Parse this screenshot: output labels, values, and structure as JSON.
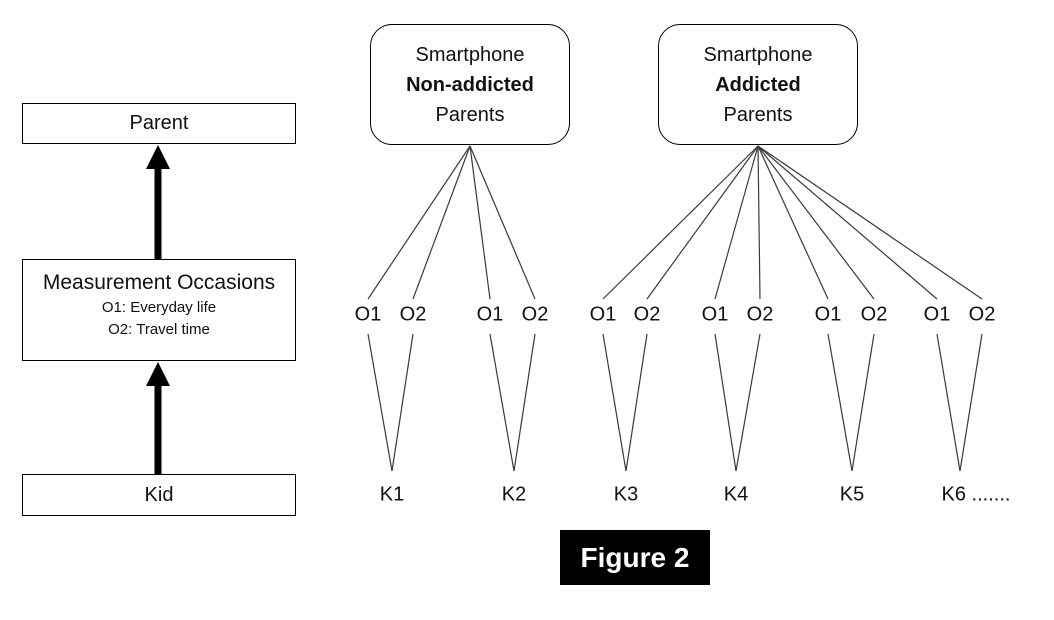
{
  "left_panel": {
    "parent_label": "Parent",
    "measurement": {
      "title": "Measurement Occasions",
      "occasion1": "O1: Everyday life",
      "occasion2": "O2: Travel time"
    },
    "kid_label": "Kid"
  },
  "groups": {
    "non_addicted": {
      "line1": "Smartphone",
      "line2": "Non-addicted",
      "line3": "Parents"
    },
    "addicted": {
      "line1": "Smartphone",
      "line2": "Addicted",
      "line3": "Parents"
    }
  },
  "diagram": {
    "o_labels": [
      "O1",
      "O2",
      "O1",
      "O2",
      "O1",
      "O2",
      "O1",
      "O2",
      "O1",
      "O2",
      "O1",
      "O2"
    ],
    "k_labels": [
      "K1",
      "K2",
      "K3",
      "K4",
      "K5",
      "K6 ......."
    ]
  },
  "caption": "Figure 2",
  "colors": {
    "background": "#ffffff",
    "box_border": "#000000",
    "connector_line": "#3a3a3a",
    "arrow": "#000000",
    "caption_bg": "#000000",
    "caption_text": "#ffffff",
    "text": "#111111"
  }
}
